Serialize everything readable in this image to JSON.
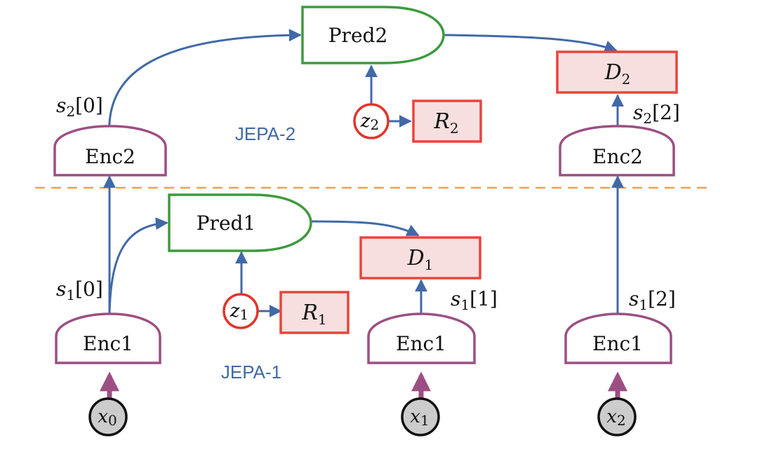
{
  "diagram": {
    "colors": {
      "arrow": "#4169a8",
      "input_arrow": "#9c4f83",
      "predictor_border": "#3e9a3e",
      "encoder_border": "#9c4f83",
      "cost_border": "#e8453c",
      "cost_fill": "#f8dfdf",
      "latent_border": "#e3342a",
      "observation_fill": "#cccccc",
      "separator": "#f0a050",
      "level_label": "#4169a8"
    },
    "levels": {
      "upper": "JEPA-2",
      "lower": "JEPA-1"
    },
    "predictors": {
      "pred2": "Pred2",
      "pred1": "Pred1"
    },
    "encoders": {
      "enc2_left": "Enc2",
      "enc2_right": "Enc2",
      "enc1_left": "Enc1",
      "enc1_mid": "Enc1",
      "enc1_right": "Enc1"
    },
    "costs": {
      "d2": {
        "base": "D",
        "sub": "2"
      },
      "r2": {
        "base": "R",
        "sub": "2"
      },
      "d1": {
        "base": "D",
        "sub": "1"
      },
      "r1": {
        "base": "R",
        "sub": "1"
      }
    },
    "latents": {
      "z2": {
        "base": "z",
        "sub": "2"
      },
      "z1": {
        "base": "z",
        "sub": "1"
      }
    },
    "observations": {
      "x0": {
        "base": "x",
        "sub": "0"
      },
      "x1": {
        "base": "x",
        "sub": "1"
      },
      "x2": {
        "base": "x",
        "sub": "2"
      }
    },
    "states": {
      "s2_0": {
        "base": "s",
        "sub": "2",
        "idx": "[0]"
      },
      "s2_2": {
        "base": "s",
        "sub": "2",
        "idx": "[2]"
      },
      "s1_0": {
        "base": "s",
        "sub": "1",
        "idx": "[0]"
      },
      "s1_1": {
        "base": "s",
        "sub": "1",
        "idx": "[1]"
      },
      "s1_2": {
        "base": "s",
        "sub": "1",
        "idx": "[2]"
      }
    }
  }
}
